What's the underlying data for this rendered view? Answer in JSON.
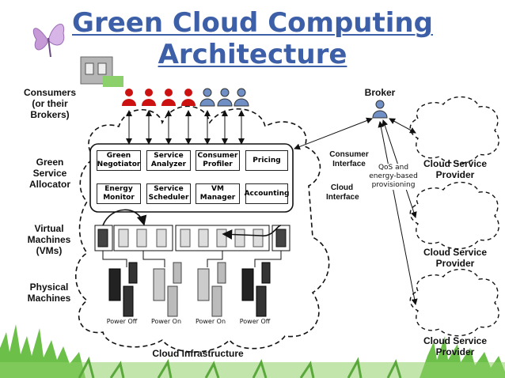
{
  "title": {
    "line1": "Green Cloud Computing",
    "line2": "Architecture"
  },
  "labels": {
    "consumers": "Consumers (or their Brokers)",
    "green_allocator": "Green Service Allocator",
    "vms": "Virtual Machines (VMs)",
    "physical": "Physical Machines",
    "broker": "Broker",
    "consumer_interface": "Consumer Interface",
    "cloud_interface": "Cloud Interface",
    "qos": "QoS and energy-based provisioning",
    "cloud_infra": "Cloud Infrastructure",
    "provider": "Cloud Service Provider"
  },
  "allocator_modules": {
    "row1": [
      "Green Negotiator",
      "Service Analyzer",
      "Consumer Profiler",
      "Pricing"
    ],
    "row2": [
      "Energy Monitor",
      "Service Scheduler",
      "VM Manager",
      "Accounting"
    ]
  },
  "power_states": [
    "Power Off",
    "Power On",
    "Power On",
    "Power Off"
  ],
  "colors": {
    "title": "#3c5fa8",
    "red_user": "#cc1111",
    "blue_user": "#6f8fc5",
    "grass": "#6cc04a"
  },
  "icons": {
    "users": [
      "red",
      "red",
      "red",
      "red",
      "blue",
      "blue",
      "blue"
    ]
  }
}
